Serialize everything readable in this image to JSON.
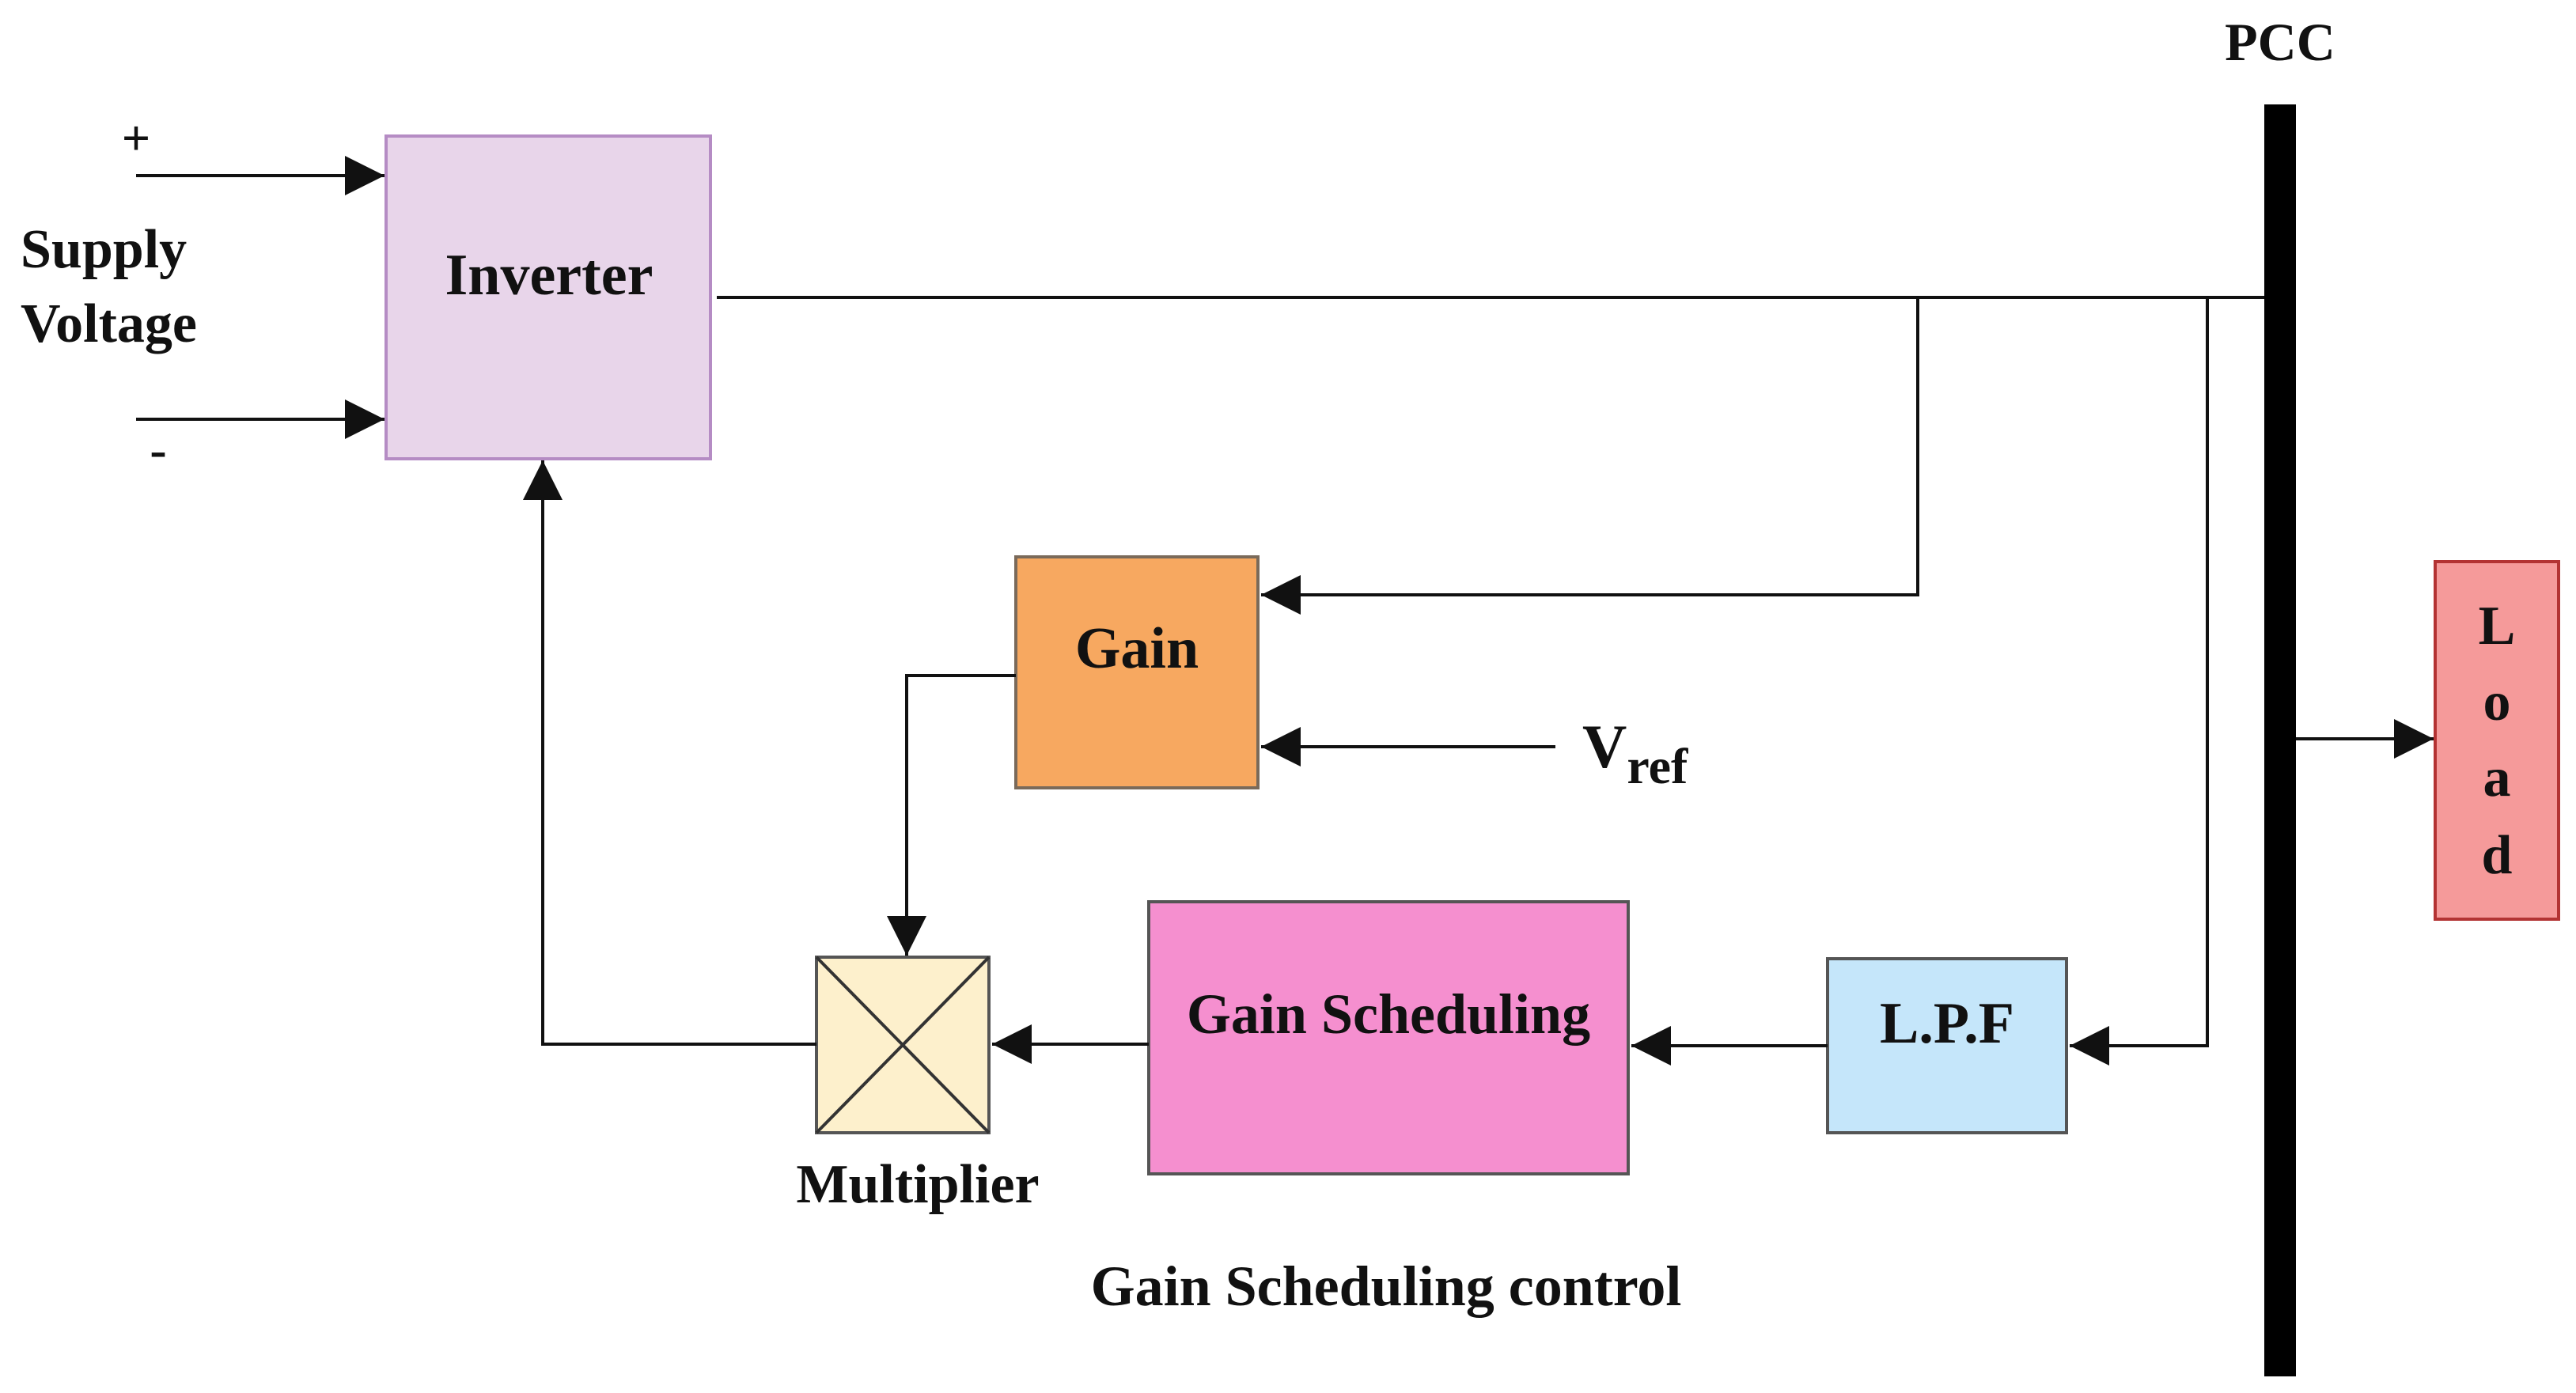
{
  "labels": {
    "pcc": "PCC",
    "plus": "+",
    "minus": "-",
    "supply_line1": "Supply",
    "supply_line2": "Voltage",
    "vref_main": "V",
    "vref_sub": "ref",
    "multiplier": "Multiplier",
    "caption": "Gain Scheduling control"
  },
  "blocks": {
    "inverter": {
      "label": "Inverter",
      "fill": "#e8d5ea",
      "stroke": "#b58cc4"
    },
    "gain": {
      "label": "Gain",
      "fill": "#f7a860",
      "stroke": "#7a6a5a"
    },
    "gain_scheduling": {
      "label": "Gain Scheduling",
      "fill": "#f58fcf",
      "stroke": "#555555"
    },
    "lpf": {
      "label": "L.P.F",
      "fill": "#c5e6fa",
      "stroke": "#555555"
    },
    "multiplier": {
      "fill": "#fdf0cc",
      "stroke": "#555555"
    },
    "load": {
      "label": [
        "L",
        "o",
        "a",
        "d"
      ],
      "fill": "#f59a9a",
      "stroke": "#b33333"
    }
  },
  "bus_color": "#000000"
}
